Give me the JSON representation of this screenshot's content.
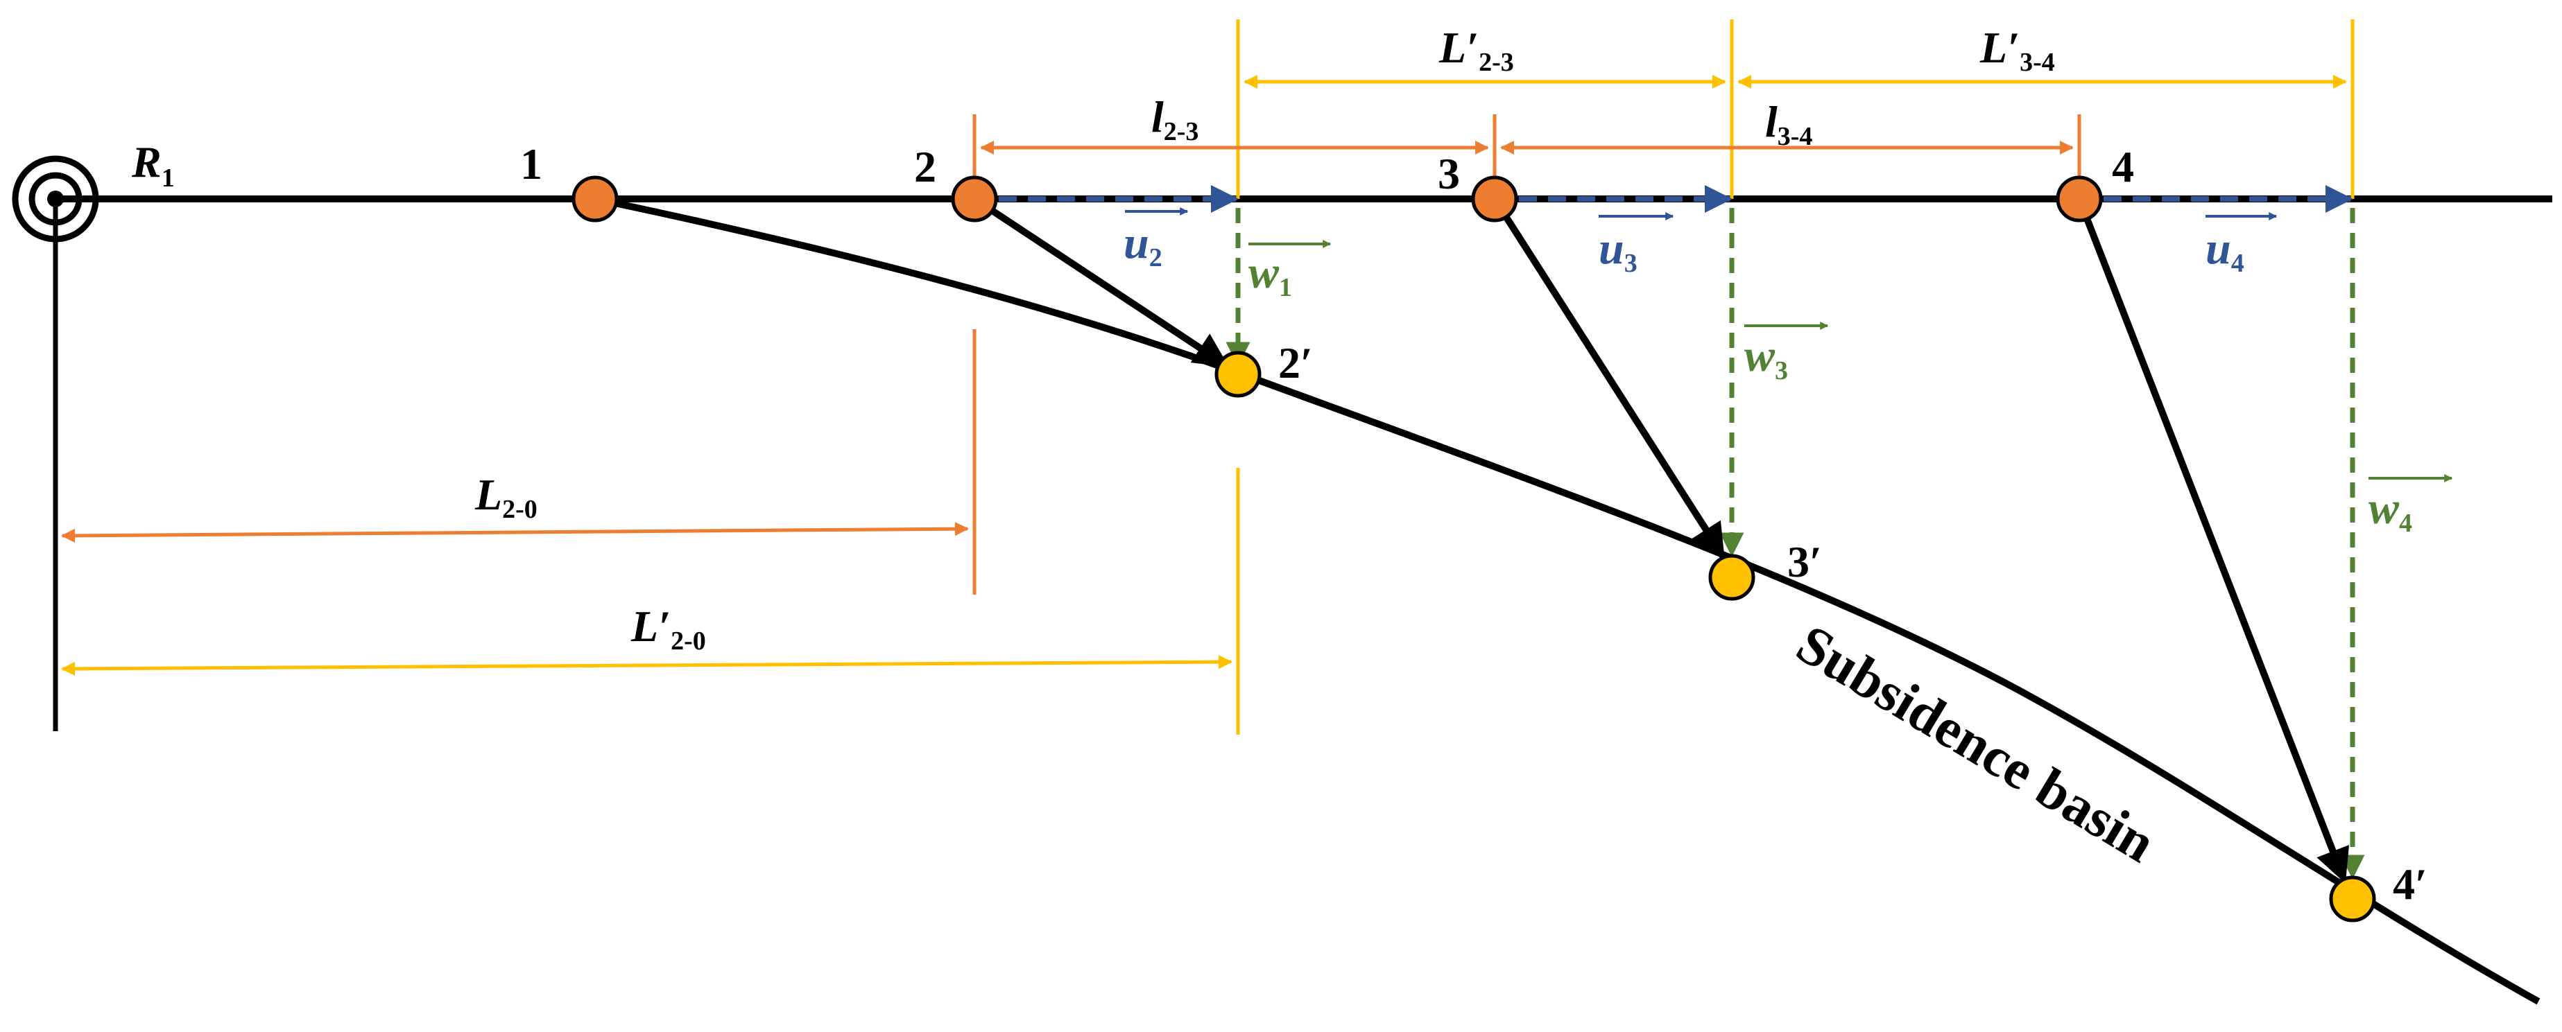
{
  "diagram": {
    "origin_label": "R",
    "origin_sub": "1",
    "points": {
      "p1": "1",
      "p2": "2",
      "p3": "3",
      "p4": "4"
    },
    "moved_points": {
      "p2": "2′",
      "p3": "3′",
      "p4": "4′"
    },
    "dims": {
      "l23": {
        "main": "l",
        "sub": "2-3"
      },
      "l34": {
        "main": "l",
        "sub": "3-4"
      },
      "Lp23": {
        "main": "L′",
        "sub": "2-3"
      },
      "Lp34": {
        "main": "L′",
        "sub": "3-4"
      },
      "L20": {
        "main": "L",
        "sub": "2-0"
      },
      "Lp20": {
        "main": "L′",
        "sub": "2-0"
      }
    },
    "vectors": {
      "u2": {
        "main": "u",
        "sub": "2"
      },
      "u3": {
        "main": "u",
        "sub": "3"
      },
      "u4": {
        "main": "u",
        "sub": "4"
      },
      "w1": {
        "main": "w",
        "sub": "1"
      },
      "w3": {
        "main": "w",
        "sub": "3"
      },
      "w4": {
        "main": "w",
        "sub": "4"
      }
    },
    "curve_label": "Subsidence basin",
    "colors": {
      "orange": "#ED7D31",
      "yellow": "#FFC000",
      "blue": "#2F5597",
      "green": "#548235",
      "black": "#000000"
    }
  }
}
